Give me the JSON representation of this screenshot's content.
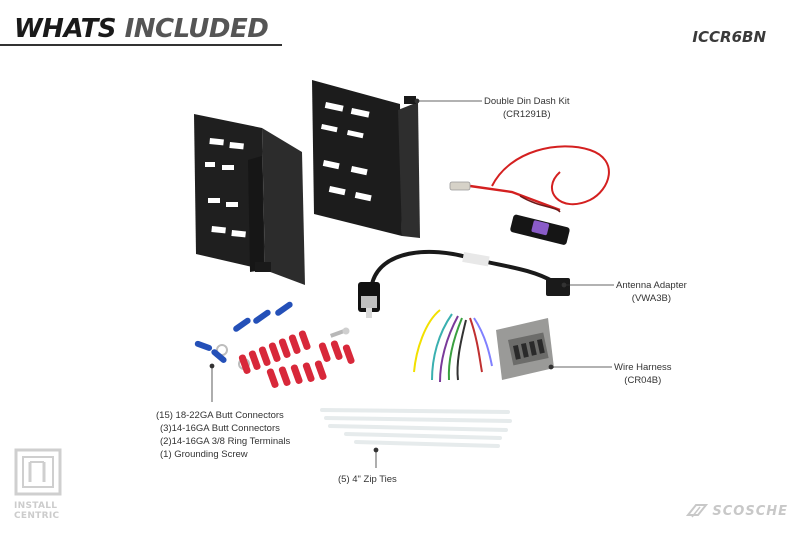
{
  "header": {
    "title_part1": "WHATS",
    "title_part2": "INCLUDED",
    "sku": "ICCR6BN"
  },
  "callouts": {
    "dash_kit": {
      "line1": "Double Din Dash Kit",
      "line2": "(CR1291B)"
    },
    "antenna": {
      "line1": "Antenna Adapter",
      "line2": "(VWA3B)"
    },
    "harness": {
      "line1": "Wire Harness",
      "line2": "(CR04B)"
    },
    "connectors": [
      "(15) 18-22GA Butt Connectors",
      "(3)14-16GA Butt Connectors",
      "(2)14-16GA 3/8 Ring Terminals",
      "(1) Grounding Screw"
    ],
    "zip_ties": "(5) 4\" Zip Ties"
  },
  "logos": {
    "install_line1": "INSTALL",
    "install_line2": "CENTRIC",
    "brand": "SCOSCHE"
  },
  "colors": {
    "bracket": "#1e1e1e",
    "red_wire": "#d42020",
    "butt_red": "#d8283a",
    "butt_blue": "#2450b8",
    "harness_plug": "#9a9a98",
    "zip_tie": "#e6ebec"
  }
}
